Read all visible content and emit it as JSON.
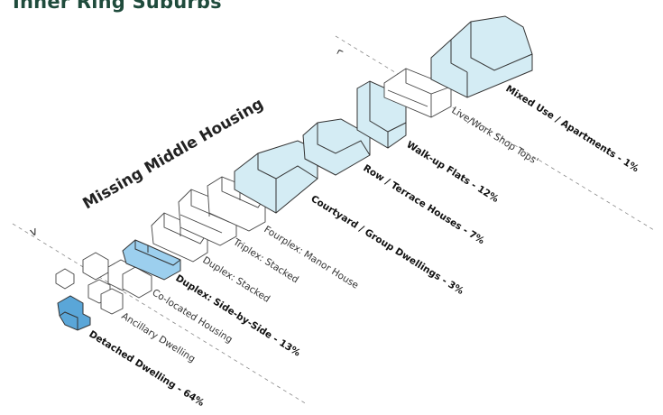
{
  "header": {
    "title": "Inner Ring Suburbs"
  },
  "diagram": {
    "category_label": "Missing Middle Housing",
    "range_markers": {
      "start": "v",
      "end": "^"
    },
    "labels": [
      {
        "text": "Detached Dwelling - 64%",
        "emphasis": "bold"
      },
      {
        "text": "Ancillary Dwelling",
        "emphasis": "light"
      },
      {
        "text": "Co-located Housing",
        "emphasis": "light"
      },
      {
        "text": "Duplex: Side-by-Side - 13%",
        "emphasis": "bold"
      },
      {
        "text": "Duplex: Stacked",
        "emphasis": "light"
      },
      {
        "text": "Triplex: Stacked",
        "emphasis": "light"
      },
      {
        "text": "Fourplex: Manor House",
        "emphasis": "light"
      },
      {
        "text": "Courtyard / Group Dwellings - 3%",
        "emphasis": "bold"
      },
      {
        "text": "Row / Terrace Houses - 7%",
        "emphasis": "bold"
      },
      {
        "text": "Walk-up Flats - 12%",
        "emphasis": "bold"
      },
      {
        "text": "Live/Work Shop Tops'",
        "emphasis": "light"
      },
      {
        "text": "Mixed Use / Apartments - 1%",
        "emphasis": "bold"
      }
    ],
    "colors": {
      "detached_fill": "#5aa6d8",
      "duplex_fill": "#9ccfee",
      "middle_fill": "#d4ecf4",
      "outline_fill": "#ffffff",
      "stroke": "#333333",
      "title_color": "#1f4b3c"
    }
  }
}
